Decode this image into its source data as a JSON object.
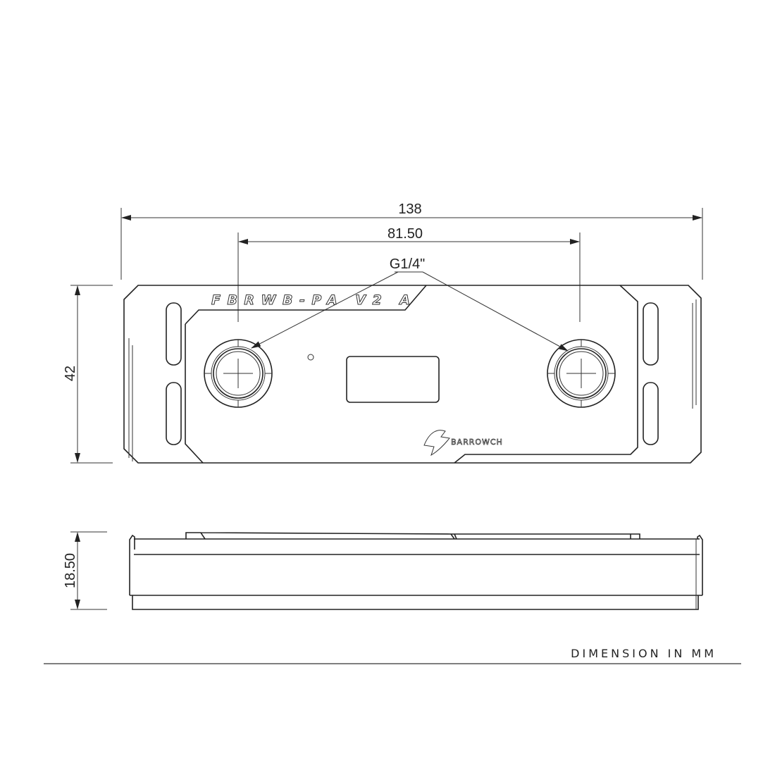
{
  "drawing": {
    "dimensions": {
      "overall_length": "138",
      "port_spacing": "81.50",
      "port_thread": "G1/4\"",
      "width": "42",
      "height": "18.50"
    },
    "model_label": "FBRWB-PA V2 A",
    "brand_logo": "BARROWCH",
    "units_note": "DIMENSION IN MM",
    "line_color": "#222222"
  }
}
